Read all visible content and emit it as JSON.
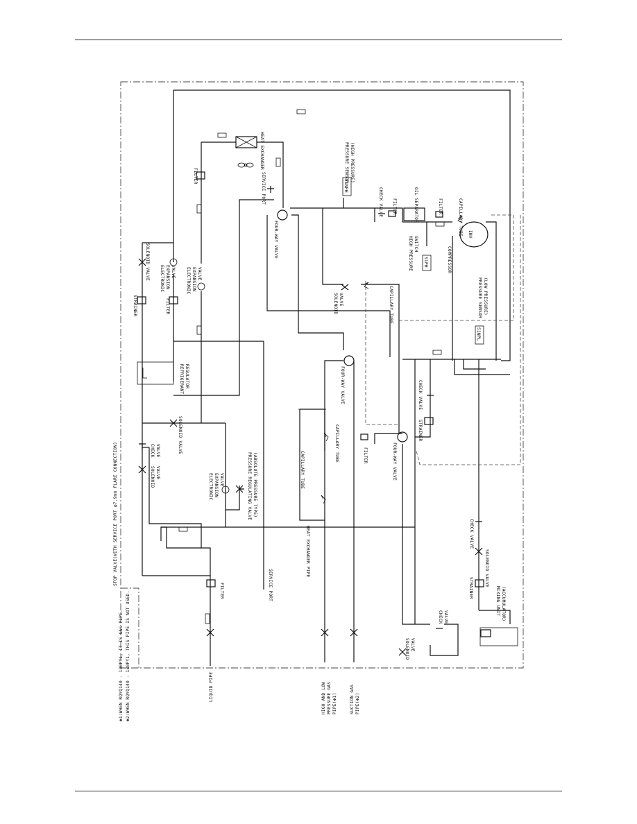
{
  "labels": {
    "note1": "✽1:WHEN RQYQ140 - 180PY1, IT IS GAS PIPE.",
    "note2": "✽2:WHEN RQYQ140 - 180PY1, THIS PIPE IS NOT USED.",
    "stop_valve": "STOP VALVE(WITH SERVICE PORT φ7.9mm FLARE CONNECTION)",
    "liquid_pipe": "LIQUID PIPE",
    "hl_gas_1": "HIGH AND LOW",
    "hl_gas_2": "PRESSURE GAS",
    "hl_gas_3": "PIPE(✽1)",
    "suction_1": "SUCTION GAS",
    "suction_2": "PIPE(✽2)",
    "heat_exchanger": "HEAT EXCHANGER",
    "service_port": "SERVICE PORT",
    "pressure_sensor_high_1": "PRESSURE SENSOR",
    "pressure_sensor_high_2": "(HIGH PRESSURE)",
    "pressure_sensor_low_1": "PRESSURE SENSOR",
    "pressure_sensor_low_2": "(LOW PRESSURE)",
    "check_valve": "CHECK VALVE",
    "filter": "FILTER",
    "oil_separator": "OIL SEPARATOR",
    "capillary_tube": "CAPILLARY TUBE",
    "compressor": "COMPRESSOR",
    "inv": "INV",
    "high_pressure_switch_1": "HIGH PRESSURE",
    "high_pressure_switch_2": "SWITCH",
    "four_way_valve": "FOUR-WAY VALVE",
    "solenoid_valve": "SOLENOID VALVE",
    "strainer": "STRAINER",
    "electronic_expansion_valve_1": "ELECTRONIC",
    "electronic_expansion_valve_2": "EXPANSION",
    "electronic_expansion_valve_3": "VALVE",
    "refrigerant_regulator_1": "REFRIGERANT",
    "refrigerant_regulator_2": "REGULATOR",
    "pressure_regulating_valve_1": "PRESSURE REGULATING VALVE",
    "pressure_regulating_valve_2": "(ABSOLUTE PRESSURE TYPE)",
    "heat_exchanger_pipe": "HEAT EXCHANGER PIPE",
    "mixing_unit_1": "MIXING UNIT",
    "mixing_unit_2": "(ACCUMULATOR)",
    "sinph": "S1NPH",
    "sinpl": "S1NPL",
    "s1ph": "S1PH",
    "solenoid_1": "SOLENOID",
    "solenoid_2": "VALVE",
    "check_1": "CHECK",
    "check_2": "VALVE"
  }
}
